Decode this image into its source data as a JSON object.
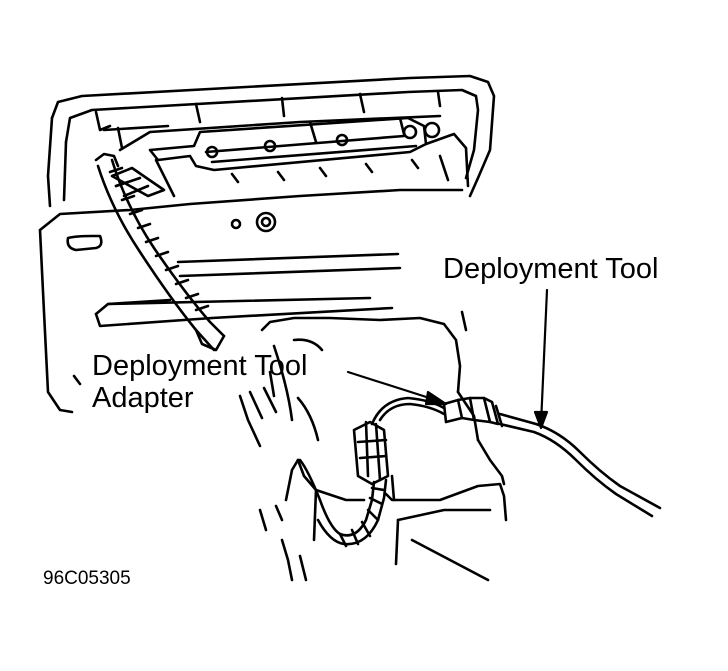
{
  "figure": {
    "labels": {
      "deployment_tool": "Deployment Tool",
      "adapter_line1": "Deployment Tool",
      "adapter_line2": "Adapter"
    },
    "figure_code": "96C05305",
    "colors": {
      "ink": "#000000",
      "paper": "#ffffff"
    }
  }
}
